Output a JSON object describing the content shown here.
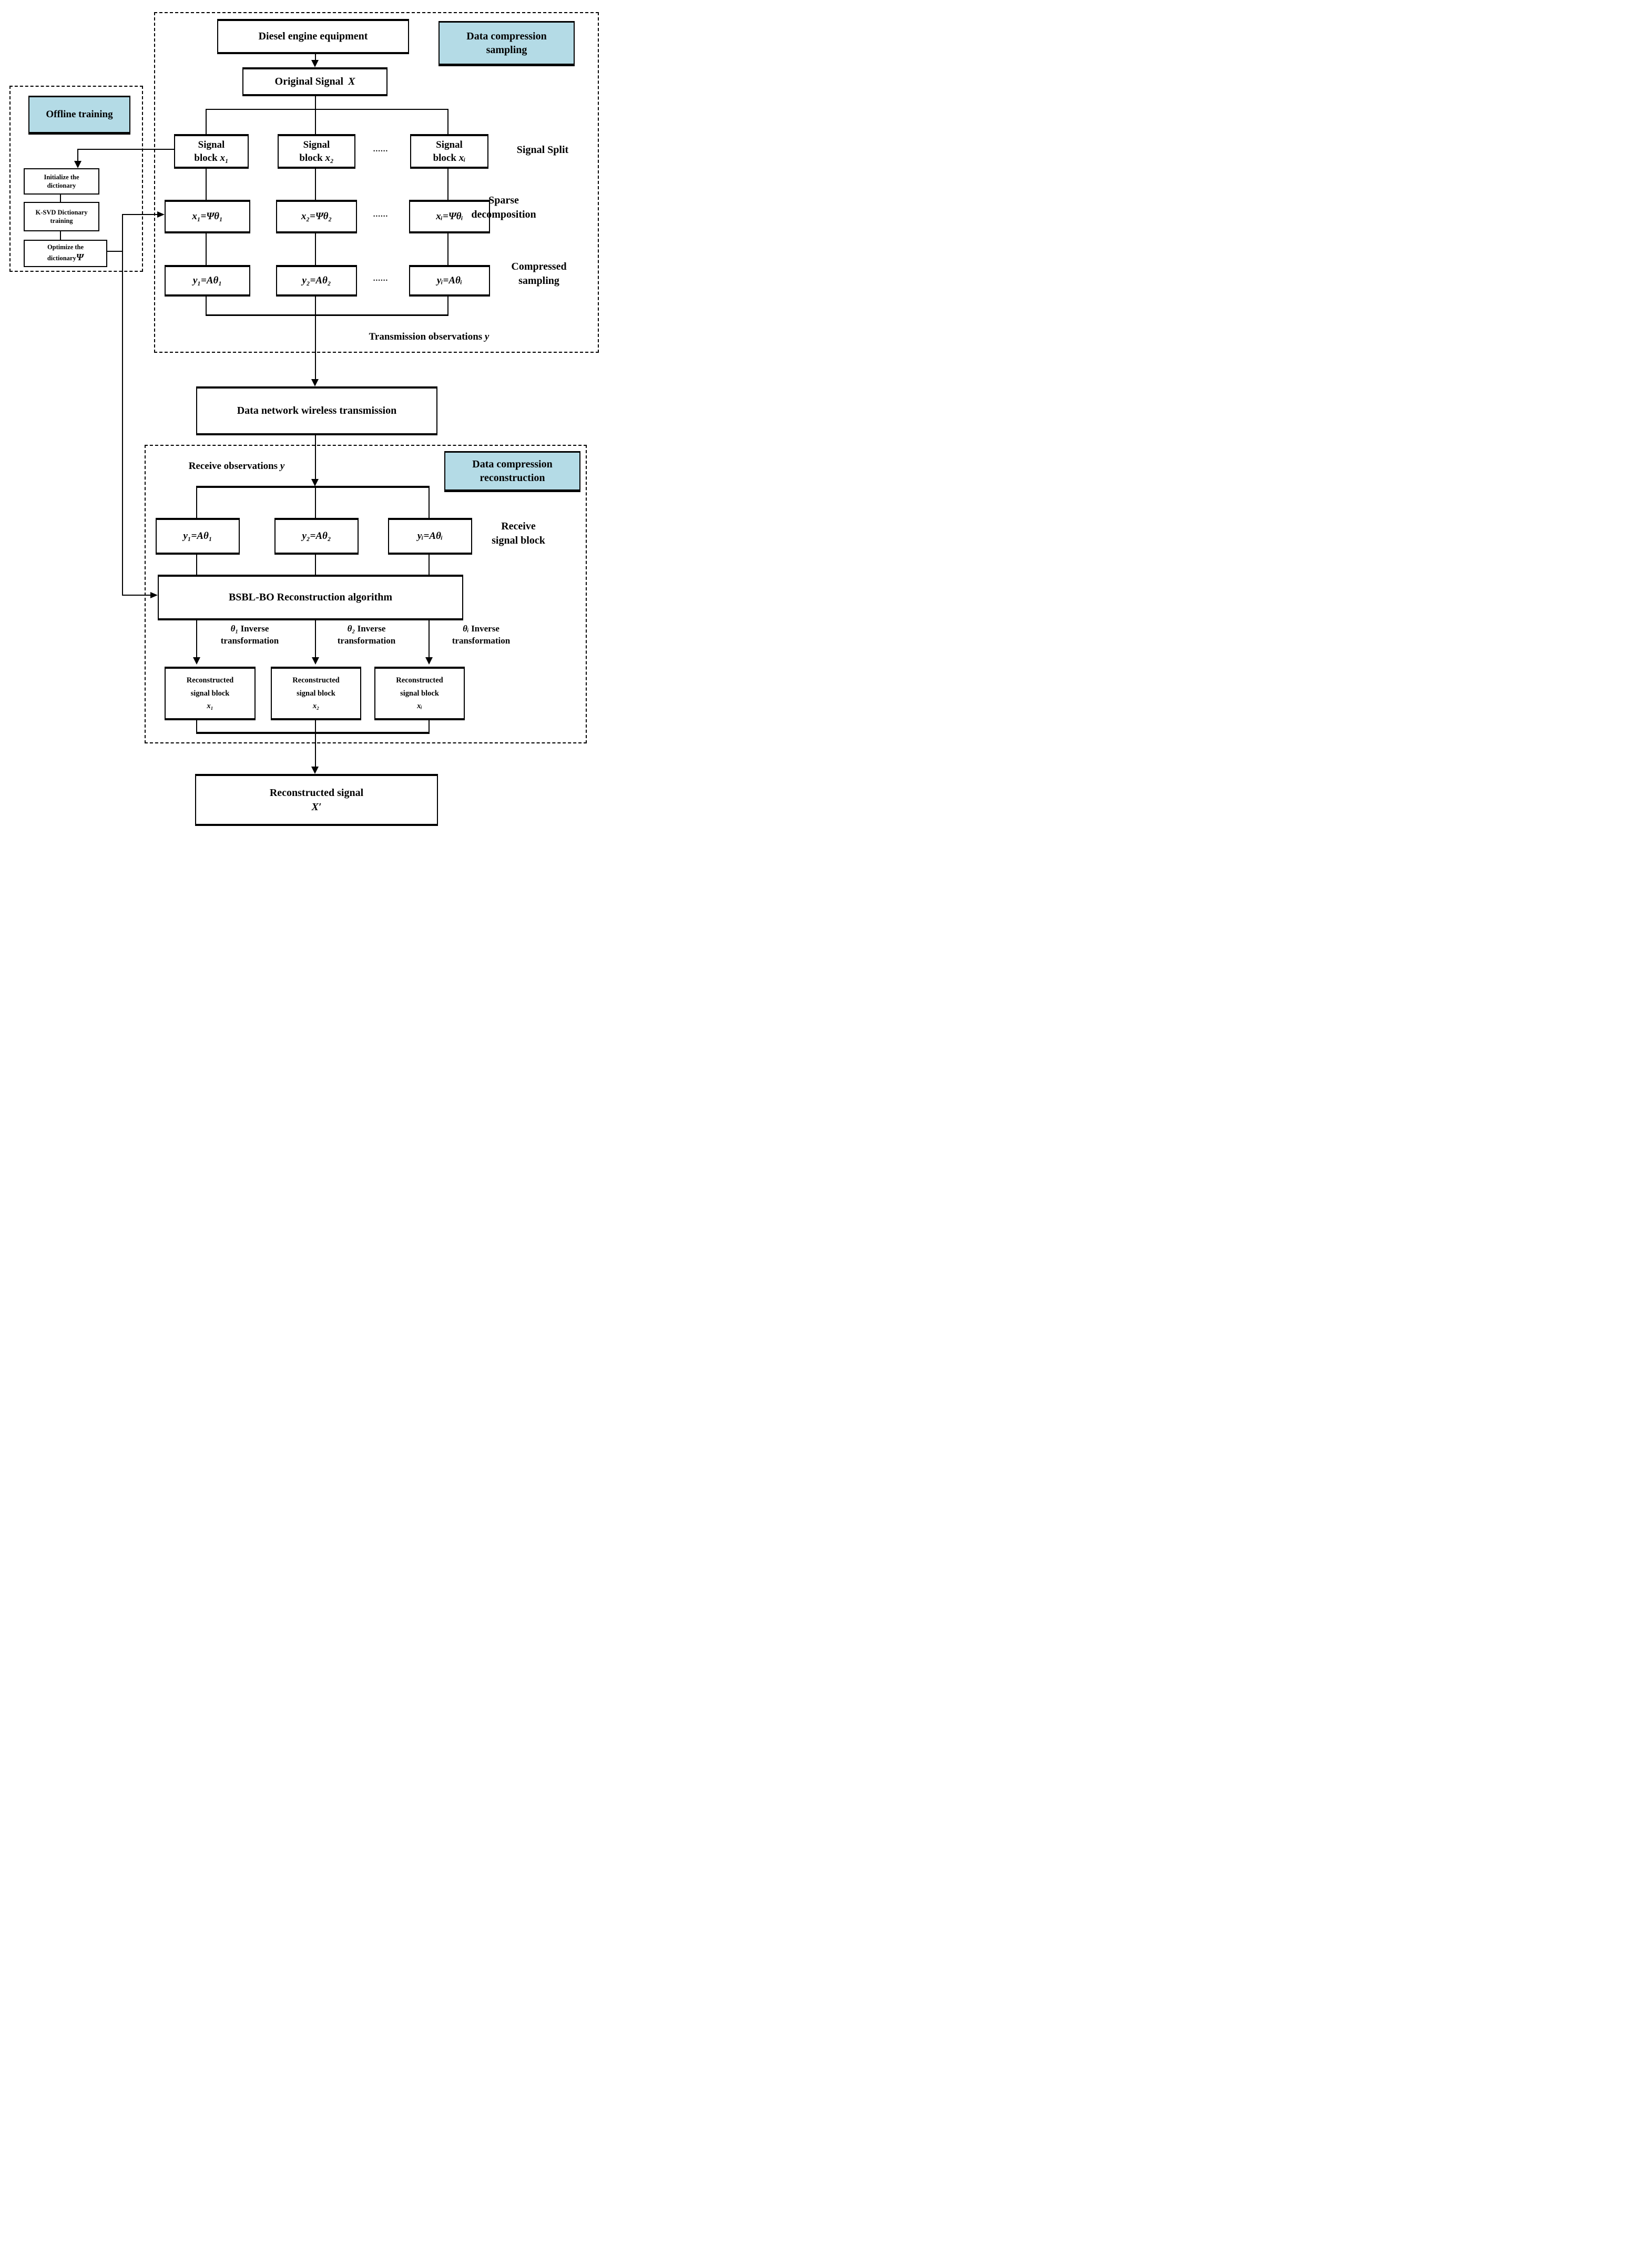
{
  "colors": {
    "highlight": "#b4dbe6",
    "line": "#000000",
    "background": "#ffffff"
  },
  "ellipsis": "......",
  "offline": {
    "header": "Offline training",
    "init_box": {
      "line1": "Initialize the",
      "line2": "dictionary"
    },
    "ksvd_box": {
      "line1": "K-SVD Dictionary",
      "line2": "training"
    },
    "optimize_box": {
      "line1": "Optimize the",
      "line2": "dictionary",
      "symbol": "Ψ"
    }
  },
  "sampling": {
    "header_line1": "Data compression",
    "header_line2": "sampling",
    "diesel_box": "Diesel engine equipment",
    "original_box": {
      "text": "Original Signal",
      "var": "X"
    },
    "signal_row": {
      "label": "Signal Split",
      "blocks": [
        {
          "line1": "Signal",
          "line2": "block",
          "var": "x₁"
        },
        {
          "line1": "Signal",
          "line2": "block",
          "var": "x₂"
        },
        {
          "line1": "Signal",
          "line2": "block",
          "var": "xᵢ"
        }
      ]
    },
    "sparse_row": {
      "label_line1": "Sparse",
      "label_line2": "decomposition",
      "formulas": [
        "x₁=Ψθ₁",
        "x₂=Ψθ₂",
        "xᵢ=Ψθᵢ"
      ]
    },
    "compressed_row": {
      "label_line1": "Compressed",
      "label_line2": "sampling",
      "formulas": [
        "y₁=Aθ₁",
        "y₂=Aθ₂",
        "yᵢ=Aθᵢ"
      ]
    },
    "transmission_label": {
      "text": "Transmission observations",
      "var": "y"
    }
  },
  "transport_box": "Data network wireless transmission",
  "reconstruction": {
    "header_line1": "Data compression",
    "header_line2": "reconstruction",
    "receive_label": {
      "text": "Receive observations",
      "var": "y"
    },
    "receive_row": {
      "label_line1": "Receive",
      "label_line2": "signal block",
      "formulas": [
        "y₁=Aθ₁",
        "y₂=Aθ₂",
        "yᵢ=Aθᵢ"
      ]
    },
    "algorithm_box": "BSBL-BO Reconstruction algorithm",
    "inverse_labels": [
      {
        "symbol": "θ₁",
        "text": "Inverse",
        "text2": "transformation"
      },
      {
        "symbol": "θ₂",
        "text": "Inverse",
        "text2": "transformation"
      },
      {
        "symbol": "θᵢ",
        "text": "Inverse",
        "text2": "transformation"
      }
    ],
    "blocks": [
      {
        "line1": "Reconstructed",
        "line2": "signal block",
        "var": "x₁"
      },
      {
        "line1": "Reconstructed",
        "line2": "signal block",
        "var": "x₂"
      },
      {
        "line1": "Reconstructed",
        "line2": "signal block",
        "var": "xᵢ"
      }
    ]
  },
  "output_box": {
    "text": "Reconstructed signal",
    "var": "X′"
  }
}
